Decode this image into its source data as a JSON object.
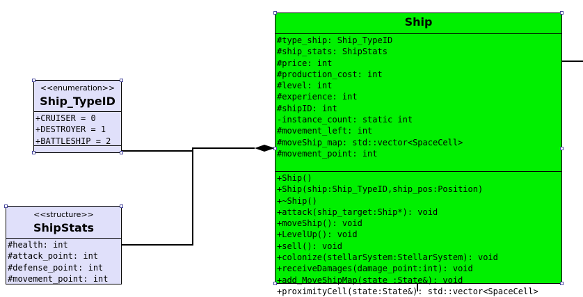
{
  "classes": {
    "ship_type_id": {
      "stereotype": "<<enumeration>>",
      "name": "Ship_TypeID",
      "literals": [
        "+CRUISER = 0",
        "+DESTROYER = 1",
        "+BATTLESHIP = 2"
      ]
    },
    "ship_stats": {
      "stereotype": "<<structure>>",
      "name": "ShipStats",
      "attributes": [
        "#health: int",
        "#attack_point: int",
        "#defense_point: int",
        "#movement_point: int"
      ]
    },
    "ship": {
      "name": "Ship",
      "attributes": [
        "#type_ship: Ship_TypeID",
        "#ship_stats: ShipStats",
        "#price: int",
        "#production_cost: int",
        "#level: int",
        "#experience: int",
        "#shipID: int",
        "-instance_count: static int",
        "#movement_left: int",
        "#moveShip_map: std::vector<SpaceCell>",
        "#movement_point: int"
      ],
      "operations": [
        "+Ship()",
        "+Ship(ship:Ship_TypeID,ship_pos:Position)",
        "+~Ship()",
        "+attack(ship_target:Ship*): void",
        "+moveShip(): void",
        "+LevelUp(): void",
        "+sell(): void",
        "+colonize(stellarSystem:StellarSystem): void",
        "+receiveDamages(damage_point:int): void",
        "+add_MoveShipMap(state :State&): void",
        "+proximityCell(state:State&): std::vector<SpaceCell>"
      ]
    }
  },
  "colors": {
    "enum_fill": "#e0e0fa",
    "ship_fill": "#00f000",
    "handle_border": "#4a4a9e"
  }
}
